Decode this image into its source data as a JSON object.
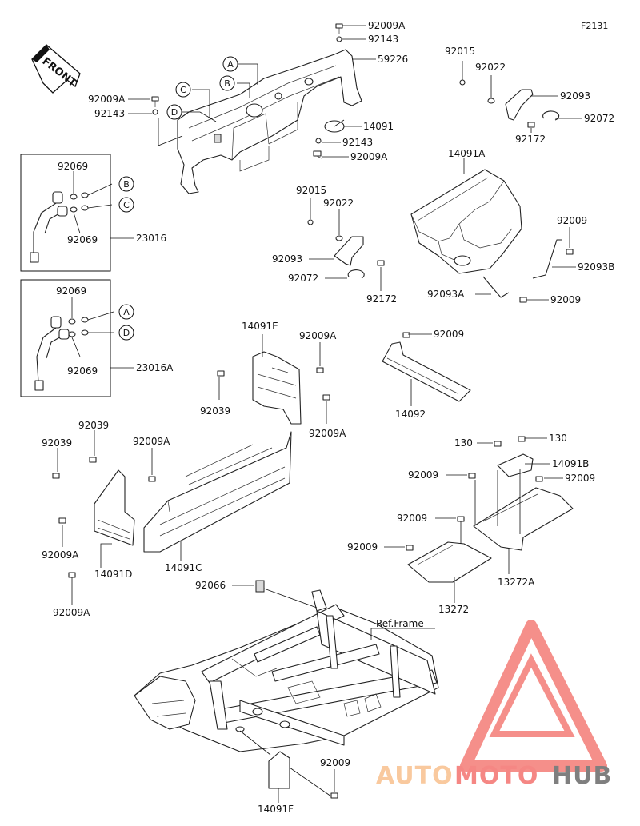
{
  "figure_id": "F2131",
  "front_label": "FRONT",
  "ref_frame_label": "Ref.Frame",
  "watermark": {
    "part1": "AUTO",
    "part2": "MOTO",
    "part3": "HUB",
    "colors": {
      "auto": "#f7b77e",
      "moto": "#f25f5c",
      "hub": "#555555",
      "logo": "#f26a63"
    }
  },
  "ref_letters": [
    "A",
    "B",
    "C",
    "D"
  ],
  "labels": [
    "92009A",
    "92143",
    "59226",
    "92009A",
    "92143",
    "14091",
    "92143",
    "92009A",
    "92015",
    "92022",
    "92093",
    "92072",
    "92172",
    "14091A",
    "92009",
    "92093B",
    "92093A",
    "92009",
    "92015",
    "92022",
    "92093",
    "92072",
    "92172",
    "92069",
    "92069",
    "23016",
    "92069",
    "92069",
    "23016A",
    "14091E",
    "92009A",
    "92039",
    "92009A",
    "92009",
    "14092",
    "92039",
    "92039",
    "92009A",
    "92009A",
    "14091D",
    "92009A",
    "14091C",
    "130",
    "130",
    "14091B",
    "92009",
    "92009",
    "92009",
    "13272A",
    "92009",
    "13272",
    "92066",
    "92009",
    "14091F"
  ]
}
